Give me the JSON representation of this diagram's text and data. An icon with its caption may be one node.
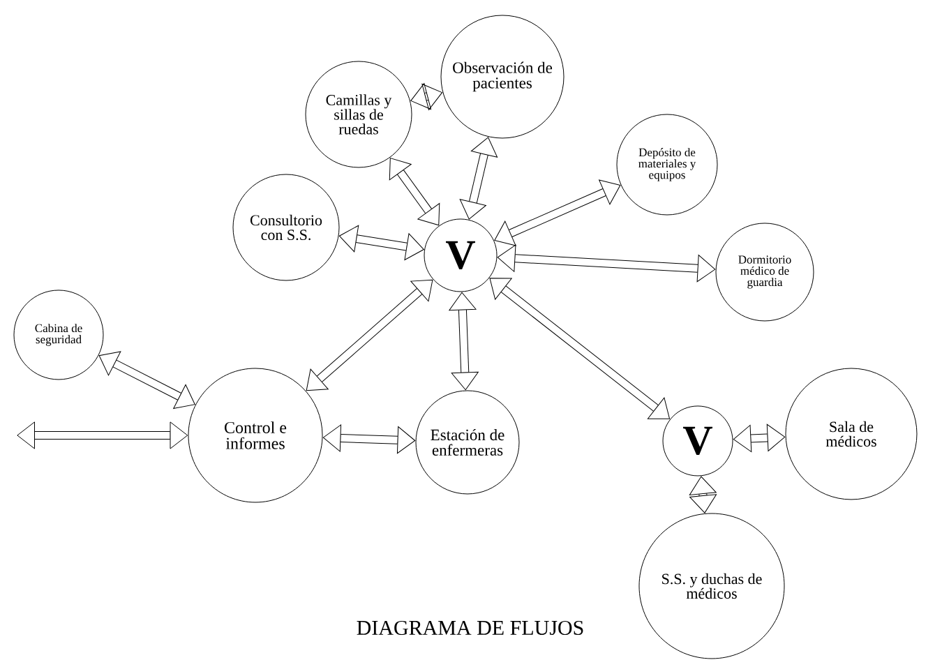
{
  "diagram": {
    "title": "DIAGRAMA DE FLUJOS",
    "nodes": [
      {
        "text": [
          "Camillas y sillas de ruedas"
        ]
      },
      {
        "text": [
          "Observación de pacientes"
        ]
      },
      {
        "text": [
          "Depósito de materiales y equipos"
        ]
      },
      {
        "text": [
          "Consultorio con S.S."
        ]
      },
      {
        "text": [
          "V"
        ]
      },
      {
        "text": [
          "Dormitorio médico de guardia"
        ]
      },
      {
        "text": [
          "Cabina de seguridad"
        ]
      },
      {
        "text": [
          "Control e informes"
        ]
      },
      {
        "text": [
          "Estación de enfermeras"
        ]
      },
      {
        "text": [
          "V"
        ]
      },
      {
        "text": [
          "Sala de médicos"
        ]
      },
      {
        "text": [
          "S.S. y duchas de médicos"
        ]
      }
    ],
    "edges": [
      {
        "from": 4,
        "to": 0,
        "arrow": "both"
      },
      {
        "from": 4,
        "to": 1,
        "arrow": "both"
      },
      {
        "from": 0,
        "to": 1,
        "arrow": "both"
      },
      {
        "from": 4,
        "to": 2,
        "arrow": "both"
      },
      {
        "from": 4,
        "to": 3,
        "arrow": "both"
      },
      {
        "from": 4,
        "to": 5,
        "arrow": "both"
      },
      {
        "from": 4,
        "to": 7,
        "arrow": "both"
      },
      {
        "from": 4,
        "to": 8,
        "arrow": "both"
      },
      {
        "from": 4,
        "to": 9,
        "arrow": "both"
      },
      {
        "from": 6,
        "to": 7,
        "arrow": "both"
      },
      {
        "from": null,
        "to": 7,
        "arrow": "both"
      },
      {
        "from": 7,
        "to": 8,
        "arrow": "both"
      },
      {
        "from": 9,
        "to": 10,
        "arrow": "both"
      },
      {
        "from": 9,
        "to": 11,
        "arrow": "both"
      }
    ]
  }
}
